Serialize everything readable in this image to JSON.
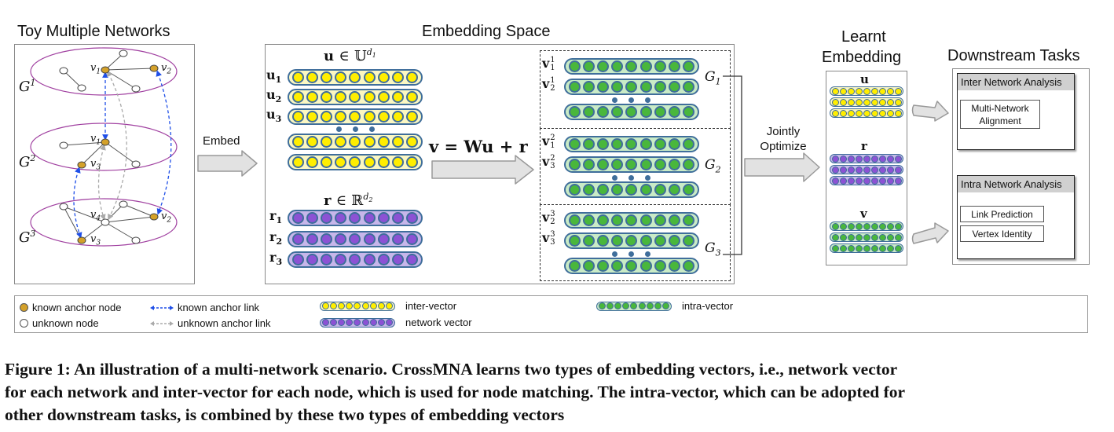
{
  "sections": {
    "toy_networks_title": "Toy Multiple Networks",
    "embedding_space_title": "Embedding Space",
    "learnt_embedding_title_line1": "Learnt",
    "learnt_embedding_title_line2": "Embedding",
    "downstream_title": "Downstream Tasks"
  },
  "toy_networks": {
    "graphs": [
      {
        "label": "G",
        "sup": "1",
        "nodes": [
          {
            "name": "v",
            "sub": "1",
            "anchor": true
          },
          {
            "name": "v",
            "sub": "2",
            "anchor": true
          }
        ]
      },
      {
        "label": "G",
        "sup": "2",
        "nodes": [
          {
            "name": "v",
            "sub": "1",
            "anchor": true
          },
          {
            "name": "v",
            "sub": "3",
            "anchor": true
          }
        ]
      },
      {
        "label": "G",
        "sup": "3",
        "nodes": [
          {
            "name": "v",
            "sub": "4",
            "anchor": false
          },
          {
            "name": "v",
            "sub": "2",
            "anchor": true
          },
          {
            "name": "v",
            "sub": "3",
            "anchor": true
          }
        ]
      }
    ]
  },
  "arrows": {
    "embed_label": "Embed",
    "jointly_line1": "Jointly",
    "jointly_line2": "Optimize"
  },
  "embedding_space": {
    "u_header": {
      "bold": "u",
      "in": "∈",
      "set": "𝕌",
      "sup": "d",
      "supsub": "1"
    },
    "u_rows": [
      {
        "b": "u",
        "s": "1"
      },
      {
        "b": "u",
        "s": "2"
      },
      {
        "b": "u",
        "s": "3"
      }
    ],
    "r_header": {
      "bold": "r",
      "in": "∈",
      "set": "ℝ",
      "sup": "d",
      "supsub": "2"
    },
    "r_rows": [
      {
        "b": "r",
        "s": "1"
      },
      {
        "b": "r",
        "s": "2"
      },
      {
        "b": "r",
        "s": "3"
      }
    ],
    "equation": "v = Wu + r",
    "groups": [
      {
        "label": "G",
        "sub": "1",
        "rows": [
          {
            "b": "v",
            "sup": "1",
            "s": "1"
          },
          {
            "b": "v",
            "sup": "1",
            "s": "2"
          }
        ]
      },
      {
        "label": "G",
        "sub": "2",
        "rows": [
          {
            "b": "v",
            "sup": "2",
            "s": "1"
          },
          {
            "b": "v",
            "sup": "2",
            "s": "3"
          }
        ]
      },
      {
        "label": "G",
        "sub": "3",
        "rows": [
          {
            "b": "v",
            "sup": "3",
            "s": "2"
          },
          {
            "b": "v",
            "sup": "3",
            "s": "3"
          }
        ]
      }
    ],
    "cells_per_vector": 9
  },
  "learnt_embedding": {
    "u_label": "u",
    "r_label": "r",
    "v_label": "v"
  },
  "downstream": {
    "inter": {
      "title": "Inter Network Analysis",
      "tasks": [
        "Multi-Network Alignment"
      ]
    },
    "intra": {
      "title": "Intra Network Analysis",
      "tasks": [
        "Link Prediction",
        "Vertex Identity"
      ]
    }
  },
  "legend": {
    "known_anchor_node": "known anchor node",
    "unknown_node": "unknown node",
    "known_anchor_link": "known anchor link",
    "unknown_anchor_link": "unknown anchor link",
    "inter_vector": "inter-vector",
    "network_vector": "network vector",
    "intra_vector": "intra-vector"
  },
  "colors": {
    "anchor_node": "#d4a12a",
    "known_link": "#1f4fe8",
    "unknown_link": "#aaaaaa",
    "ellipse": "#a040a0",
    "vector_border": "#3f6e9b",
    "inter_fill": "#ffee00",
    "network_fill": "#8c52d4",
    "intra_fill": "#49b73c"
  },
  "caption": {
    "line1": "Figure 1: An illustration of a multi-network scenario. CrossMNA learns two types of embedding vectors, i.e., network vector",
    "line2": "for each network and inter-vector for each node, which is used for node matching. The intra-vector, which can be adopted for",
    "line3": "other downstream tasks, is combined by these two types of embedding vectors"
  }
}
